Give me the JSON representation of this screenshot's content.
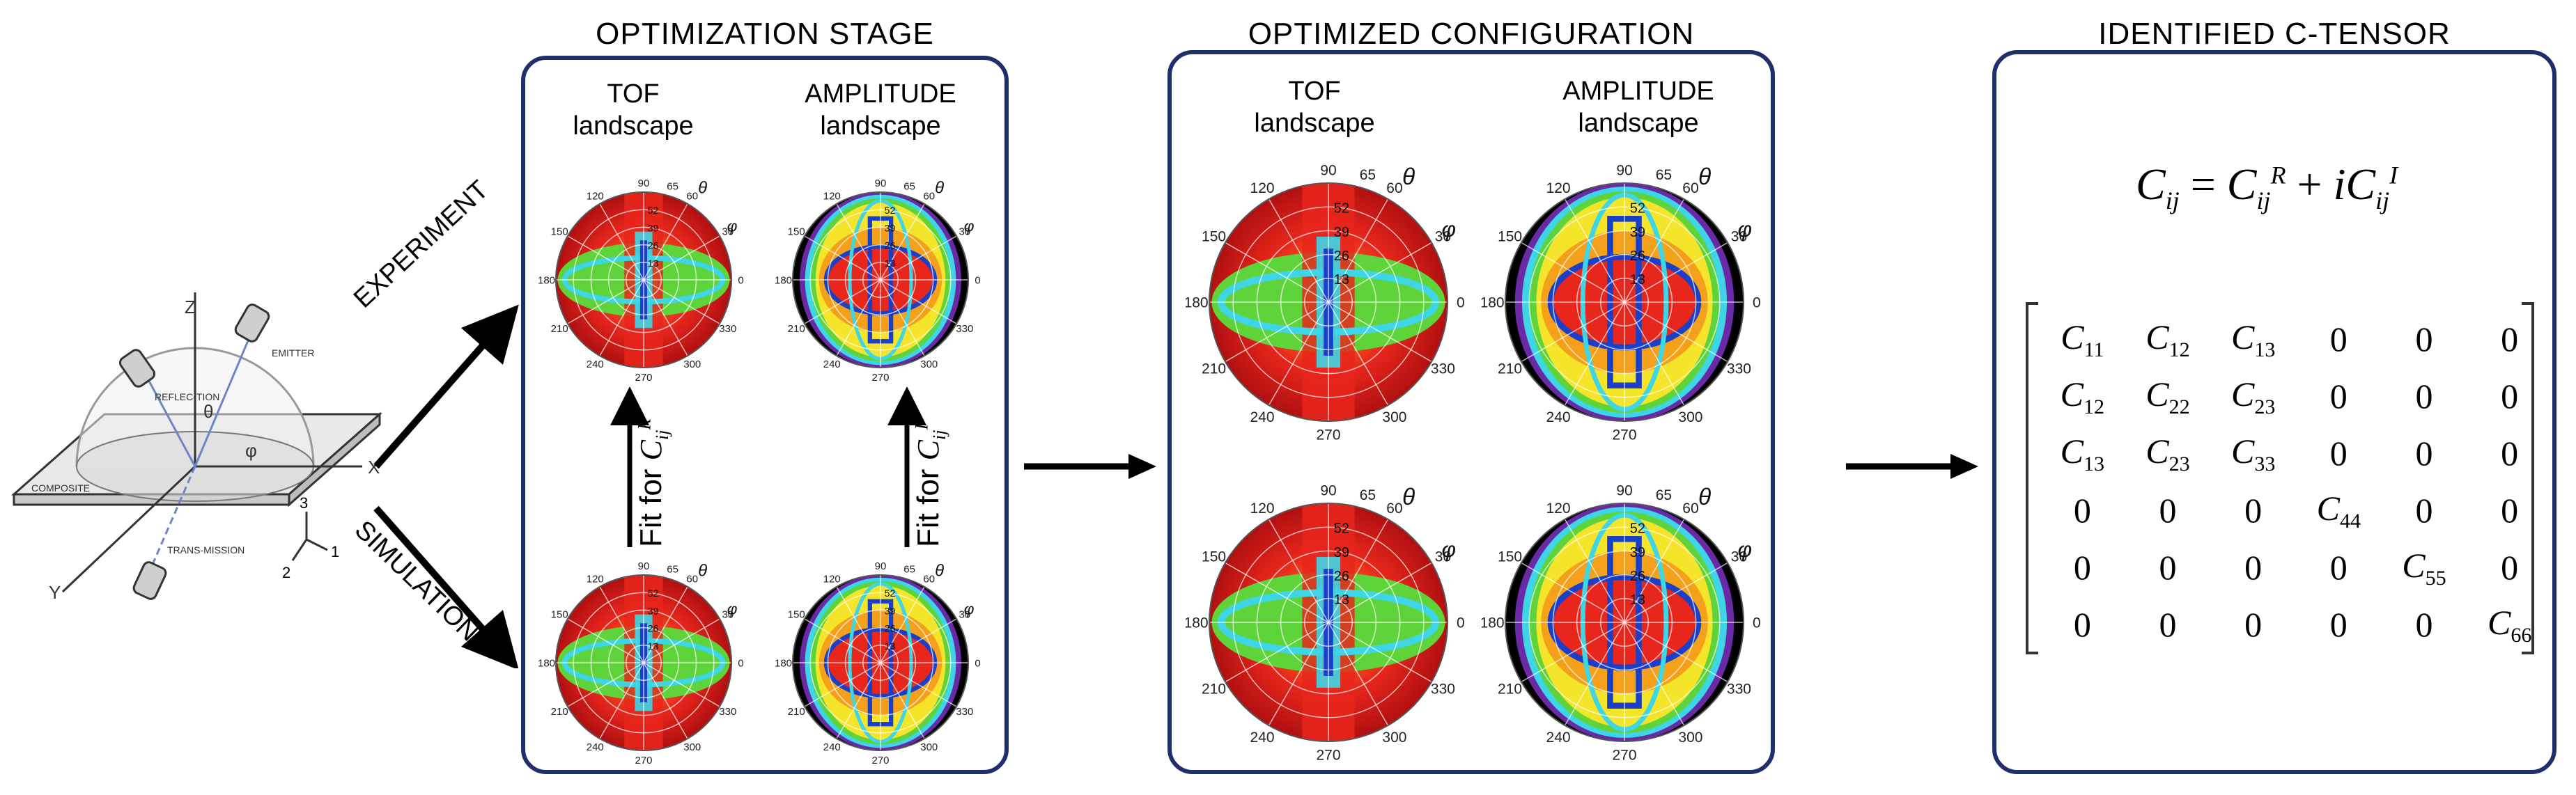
{
  "setup": {
    "axis_z": "Z",
    "axis_y": "Y",
    "axis_x": "X",
    "theta": "θ",
    "phi": "φ",
    "emitter": "EMITTER",
    "reflection": "REFLEC-TION",
    "transmission": "TRANS-MISSION",
    "composite": "COMPOSITE",
    "coord_3": "3",
    "coord_2": "2",
    "coord_1": "1"
  },
  "arrows": {
    "experiment": "EXPERIMENT",
    "simulation": "SIMULATION",
    "fit_r": "Fit for",
    "fit_i": "Fit for"
  },
  "panels": {
    "optimization_title": "OPTIMIZATION STAGE",
    "optimized_title": "OPTIMIZED CONFIGURATION",
    "tensor_title": "IDENTIFIED C-TENSOR",
    "tof_label_1": "TOF",
    "tof_label_2": "landscape",
    "amp_label_1": "AMPLITUDE",
    "amp_label_2": "landscape"
  },
  "polar": {
    "angles": [
      "90",
      "120",
      "150",
      "180",
      "210",
      "240",
      "270",
      "300",
      "330",
      "0",
      "30",
      "60"
    ],
    "radial_tof": [
      "65",
      "52",
      "39",
      "26",
      "13"
    ],
    "radial_amp": [
      "65",
      "52",
      "39",
      "26",
      "13"
    ],
    "theta_symbol": "θ",
    "phi_symbol": "φ"
  },
  "tensor": {
    "equation_lhs": "C",
    "rows": [
      [
        "C11",
        "C12",
        "C13",
        "0",
        "0",
        "0"
      ],
      [
        "C12",
        "C22",
        "C23",
        "0",
        "0",
        "0"
      ],
      [
        "C13",
        "C23",
        "C33",
        "0",
        "0",
        "0"
      ],
      [
        "0",
        "0",
        "0",
        "C44",
        "0",
        "0"
      ],
      [
        "0",
        "0",
        "0",
        "0",
        "C55",
        "0"
      ],
      [
        "0",
        "0",
        "0",
        "0",
        "0",
        "C66"
      ]
    ]
  },
  "colors": {
    "panel_border": "#1f2f6b",
    "red": "#e8261c",
    "orange": "#f5a01a",
    "yellow": "#f4e52a",
    "green": "#5ed33a",
    "cyan": "#3ed6e6",
    "blue": "#1a3fc9",
    "black": "#000000"
  }
}
